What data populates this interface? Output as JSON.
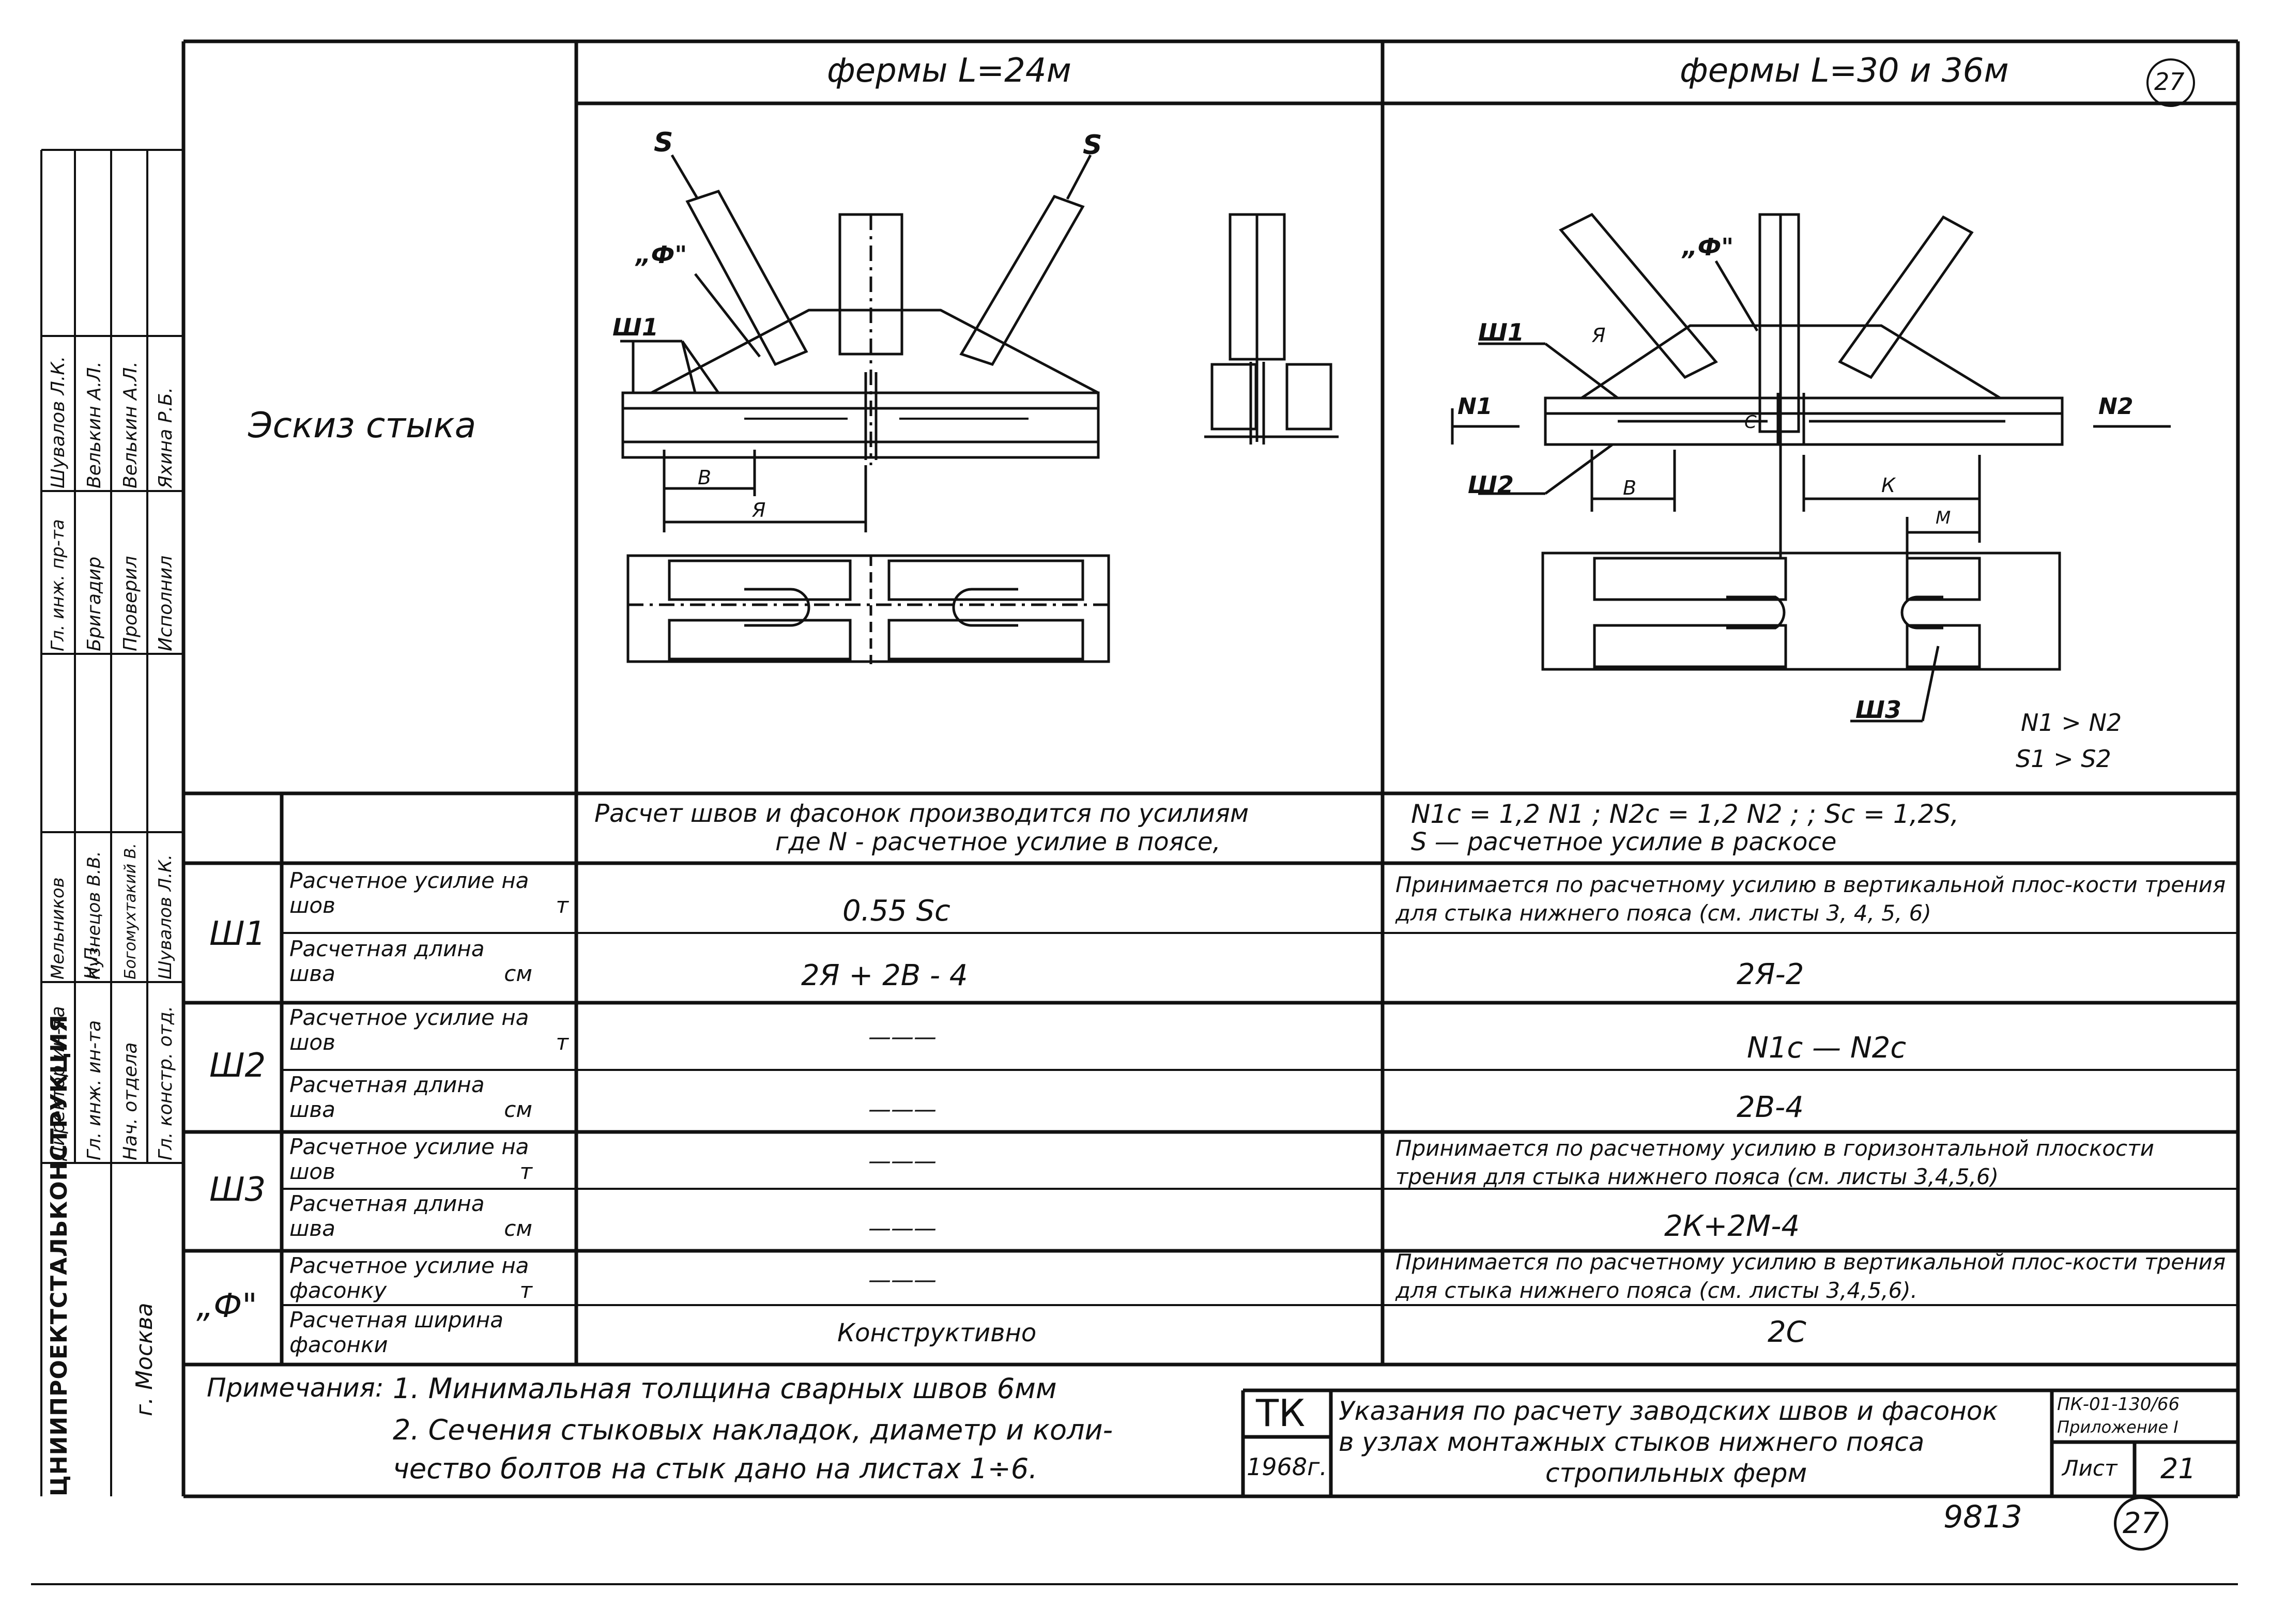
{
  "sheet_number_top": "27",
  "header": {
    "col1": "фермы L=24м",
    "col2": "фермы L=30 и 36м",
    "row_label": "Эскиз стыка"
  },
  "sketch_labels": {
    "s": "S",
    "f": "„Ф\"",
    "sh1": "Ш1",
    "sh2": "Ш2",
    "sh3": "Ш3",
    "v": "В",
    "ya": "Я",
    "k": "К",
    "m": "М",
    "c": "С",
    "n1": "N1",
    "n2": "N2",
    "rel1": "N1 > N2",
    "rel2": "S1 > S2"
  },
  "calc_note": {
    "line1": "Расчет швов и фасонок производится по усилиям",
    "line1_formula": "N1с = 1,2 N1 ;   N2с = 1,2 N2 ; ;  Sс = 1,2S,",
    "line2": "где   N - расчетное усилие в поясе,",
    "line2_b": "S — расчетное усилие в раскосе"
  },
  "table": {
    "groups": [
      {
        "label": "Ш1",
        "rows": [
          {
            "param": "Расчетное усилие на шов",
            "unit": "т",
            "col1": "0.55 Sс",
            "col2": "Принимается по расчетному усилию в вертикальной плос-кости трения для стыка нижнего пояса (см. листы 3, 4, 5, 6)"
          },
          {
            "param": "Расчетная длина шва",
            "unit": "см",
            "col1": "2Я + 2В - 4",
            "col2": "2Я-2"
          }
        ]
      },
      {
        "label": "Ш2",
        "rows": [
          {
            "param": "Расчетное усилие на шов",
            "unit": "т",
            "col1": "———",
            "col2": "N1с — N2с"
          },
          {
            "param": "Расчетная длина шва",
            "unit": "см",
            "col1": "———",
            "col2": "2В-4"
          }
        ]
      },
      {
        "label": "Ш3",
        "rows": [
          {
            "param": "Расчетное усилие на шов",
            "unit": "т",
            "col1": "———",
            "col2": "Принимается по расчетному усилию в горизонтальной плоскости трения для стыка нижнего пояса (см. листы 3,4,5,6)"
          },
          {
            "param": "Расчетная длина шва",
            "unit": "см",
            "col1": "———",
            "col2": "2К+2М-4"
          }
        ]
      },
      {
        "label": "„Ф\"",
        "rows": [
          {
            "param": "Расчетное усилие на фасонку",
            "unit": "т",
            "col1": "———",
            "col2": "Принимается по расчетному усилию в вертикальной плос-кости трения для стыка нижнего пояса (см. листы 3,4,5,6)."
          },
          {
            "param": "Расчетная ширина фасонки",
            "unit": "",
            "col1": "Конструктивно",
            "col2": "2С"
          }
        ]
      }
    ]
  },
  "notes": {
    "title": "Примечания:",
    "n1": "1. Минимальная толщина сварных швов 6мм",
    "n2a": "2. Сечения стыковых накладок, диаметр и коли-",
    "n2b": "чество болтов на стык дано на листах 1÷6."
  },
  "title_block": {
    "tk": "ТК",
    "year": "1968г.",
    "title_l1": "Указания по расчету заводских швов и фасонок",
    "title_l2": "в узлах монтажных стыков нижнего пояса",
    "title_l3": "стропильных ферм",
    "code": "ПК-01-130/66",
    "appendix": "Приложение I",
    "sheet_label": "Лист",
    "sheet_no": "21"
  },
  "bottom": {
    "number": "9813",
    "circled": "27"
  },
  "stamp": {
    "org": "ЦНИИПРОЕКТСТАЛЬКОНСТРУКЦИЯ",
    "city": "г. Москва",
    "roles": [
      "Директор ин-та",
      "Гл. инж. ин-та",
      "Нач. отдела",
      "Гл. констр. отд.",
      "Гл. инж. пр-та",
      "Бригадир",
      "Проверил",
      "Исполнил"
    ],
    "names": [
      "Мельников Н.П.",
      "Кузнецов В.В.",
      "Богомухтакий В.",
      "Шувалов Л.К.",
      "Шувалов Л.К.",
      "Велькин А.Л.",
      "Велькин А.Л.",
      "Яхина Р.Б."
    ]
  }
}
